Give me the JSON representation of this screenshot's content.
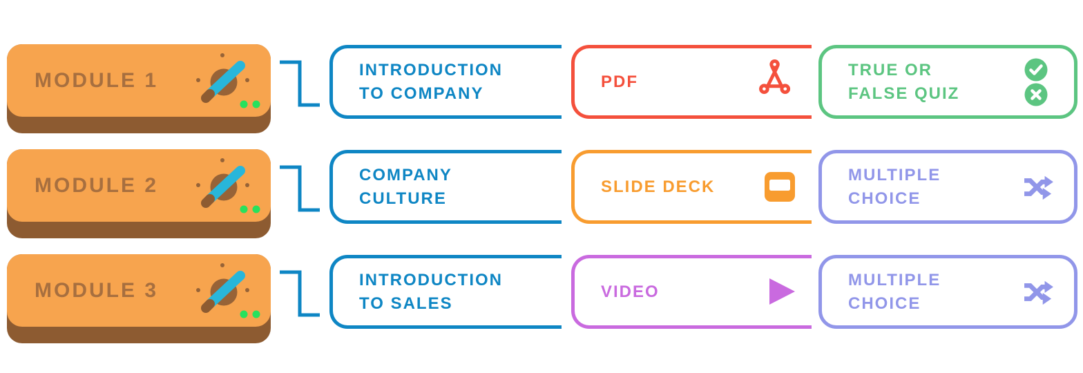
{
  "palette": {
    "module_face_orange": "#F7A44E",
    "module_text_brown": "#A76F3F",
    "module_base_brown": "#8D5B31",
    "pencil_teal": "#28B6DA",
    "status_dot_green": "#27E15D",
    "topic_blue": "#0E86C4",
    "pdf_red": "#F4503C",
    "slide_orange": "#F89C2F",
    "video_magenta": "#C96ADF",
    "quiz_green": "#5CC581",
    "choice_purple": "#9196E9"
  },
  "icons": {
    "module": "pencil-planet-icon",
    "row1_format": "pdf-icon",
    "row1_quiz": "check-circle-icon + x-circle-icon",
    "row2_format": "slide-deck-icon",
    "row2_quiz": "shuffle-icon",
    "row3_format": "play-icon",
    "row3_quiz": "shuffle-icon"
  },
  "rows": [
    {
      "module_label": "MODULE 1",
      "topic_lines": [
        "INTRODUCTION",
        "TO COMPANY"
      ],
      "format_label": "PDF",
      "quiz_lines": [
        "TRUE OR",
        "FALSE QUIZ"
      ]
    },
    {
      "module_label": "MODULE 2",
      "topic_lines": [
        "COMPANY",
        "CULTURE"
      ],
      "format_label": "SLIDE DECK",
      "quiz_lines": [
        "MULTIPLE",
        "CHOICE"
      ]
    },
    {
      "module_label": "MODULE 3",
      "topic_lines": [
        "INTRODUCTION",
        "TO SALES"
      ],
      "format_label": "VIDEO",
      "quiz_lines": [
        "MULTIPLE",
        "CHOICE"
      ]
    }
  ]
}
